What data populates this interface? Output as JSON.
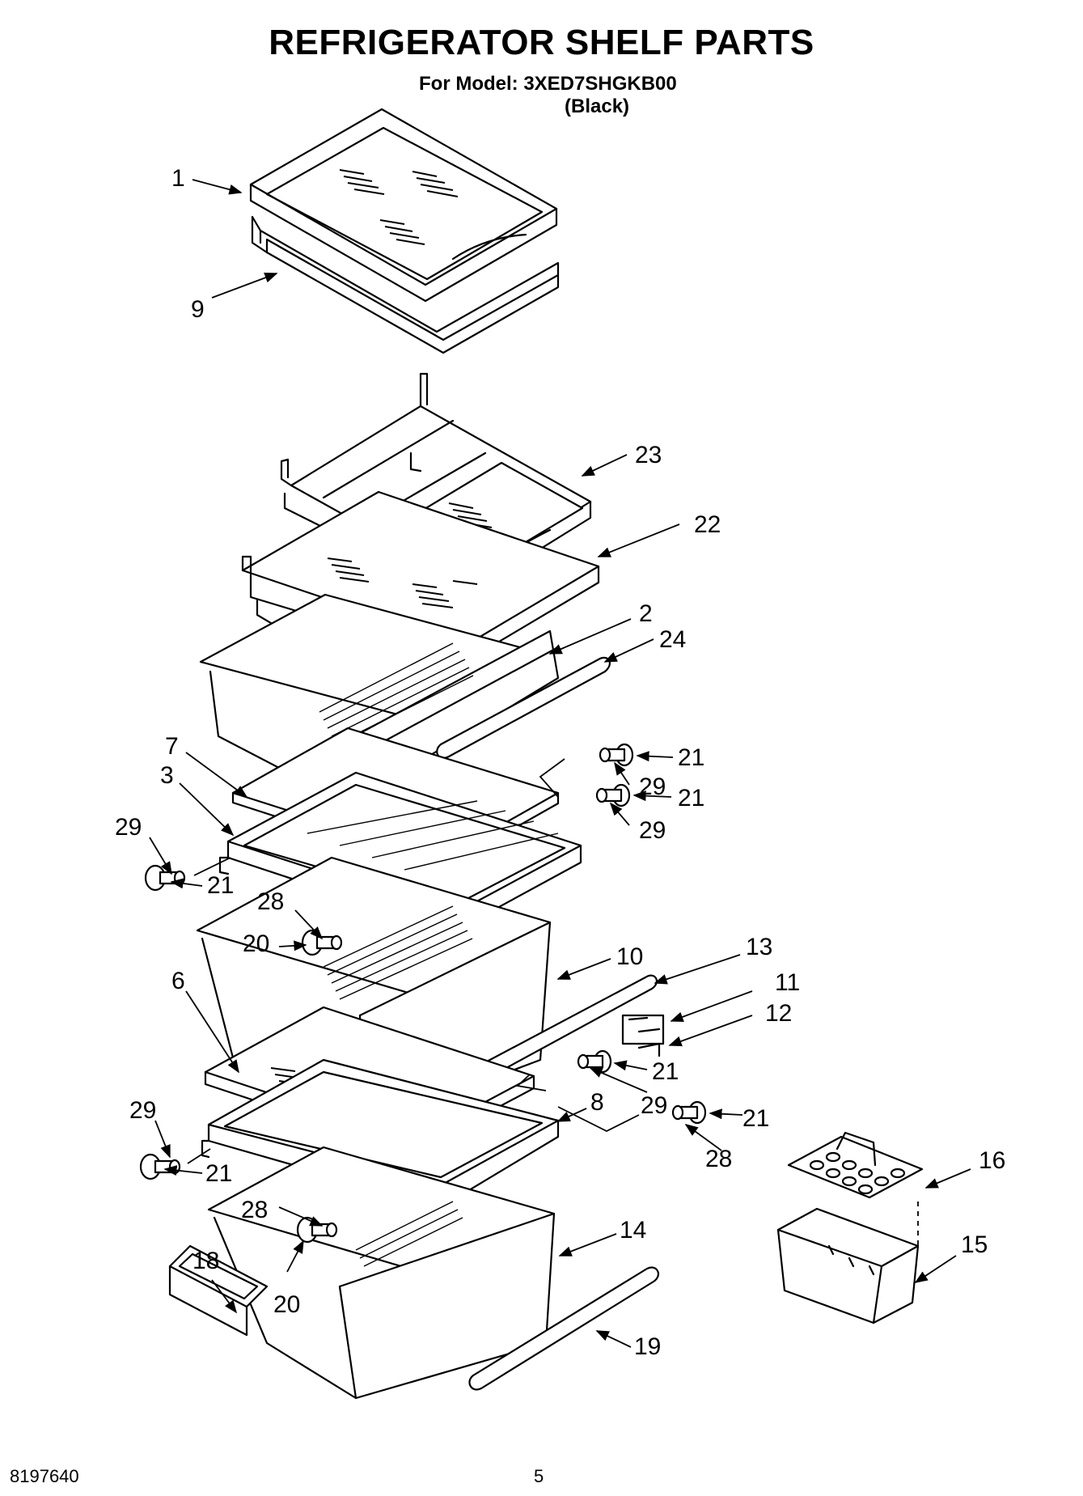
{
  "header": {
    "title": "REFRIGERATOR SHELF PARTS",
    "model_line": "For Model: 3XED7SHGKB00",
    "color_line": "(Black)"
  },
  "footer": {
    "document_number": "8197640",
    "page_number": "5"
  },
  "callouts": [
    {
      "id": "c1",
      "label": "1"
    },
    {
      "id": "c9",
      "label": "9"
    },
    {
      "id": "c23",
      "label": "23"
    },
    {
      "id": "c22",
      "label": "22"
    },
    {
      "id": "c2",
      "label": "2"
    },
    {
      "id": "c24",
      "label": "24"
    },
    {
      "id": "c21a",
      "label": "21"
    },
    {
      "id": "c29a",
      "label": "29"
    },
    {
      "id": "c7",
      "label": "7"
    },
    {
      "id": "c3",
      "label": "3"
    },
    {
      "id": "c21b",
      "label": "21"
    },
    {
      "id": "c29b",
      "label": "29"
    },
    {
      "id": "c29c",
      "label": "29"
    },
    {
      "id": "c21c",
      "label": "21"
    },
    {
      "id": "c28a",
      "label": "28"
    },
    {
      "id": "c20a",
      "label": "20"
    },
    {
      "id": "c10",
      "label": "10"
    },
    {
      "id": "c13",
      "label": "13"
    },
    {
      "id": "c11",
      "label": "11"
    },
    {
      "id": "c12",
      "label": "12"
    },
    {
      "id": "c6",
      "label": "6"
    },
    {
      "id": "c21d",
      "label": "21"
    },
    {
      "id": "c8",
      "label": "8"
    },
    {
      "id": "c29d",
      "label": "29"
    },
    {
      "id": "c21e",
      "label": "21"
    },
    {
      "id": "c28b",
      "label": "28"
    },
    {
      "id": "c29e",
      "label": "29"
    },
    {
      "id": "c21f",
      "label": "21"
    },
    {
      "id": "c16",
      "label": "16"
    },
    {
      "id": "c28c",
      "label": "28"
    },
    {
      "id": "c14",
      "label": "14"
    },
    {
      "id": "c15",
      "label": "15"
    },
    {
      "id": "c18",
      "label": "18"
    },
    {
      "id": "c20b",
      "label": "20"
    },
    {
      "id": "c19",
      "label": "19"
    }
  ]
}
